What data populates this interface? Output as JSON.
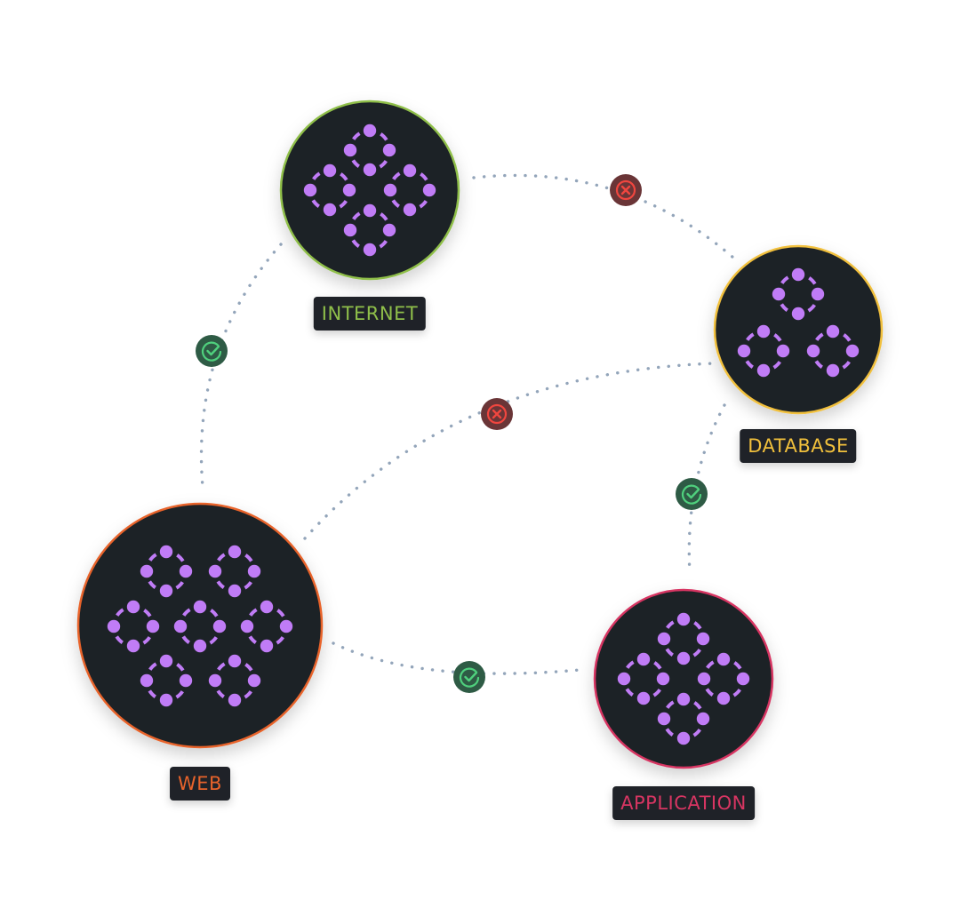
{
  "title": "Network topology diagram",
  "colors": {
    "node_fill": "#1f2228",
    "pattern": "#c07cf6",
    "connection": "#93a5ba",
    "ok_bg": "#2e5b45",
    "ok_fg": "#4fd07d",
    "error_bg": "#6a3537",
    "error_fg": "#f0463f"
  },
  "nodes": [
    {
      "id": "internet",
      "label": "INTERNET",
      "color": "#8fbf4a",
      "pattern": "quad",
      "clusters": 4
    },
    {
      "id": "database",
      "label": "DATABASE",
      "color": "#f1c03c",
      "pattern": "triad",
      "clusters": 3
    },
    {
      "id": "web",
      "label": "WEB",
      "color": "#e8632b",
      "pattern": "hex",
      "clusters": 7
    },
    {
      "id": "application",
      "label": "APPLICATION",
      "color": "#d73562",
      "pattern": "quad",
      "clusters": 4
    }
  ],
  "connections": [
    {
      "from": "internet",
      "to": "database",
      "status": "error",
      "status_icon": "x-circle-icon"
    },
    {
      "from": "internet",
      "to": "web",
      "status": "ok",
      "status_icon": "check-circle-icon"
    },
    {
      "from": "web",
      "to": "database",
      "status": "error",
      "status_icon": "x-circle-icon"
    },
    {
      "from": "database",
      "to": "application",
      "status": "ok",
      "status_icon": "check-circle-icon"
    },
    {
      "from": "web",
      "to": "application",
      "status": "ok",
      "status_icon": "check-circle-icon"
    }
  ]
}
